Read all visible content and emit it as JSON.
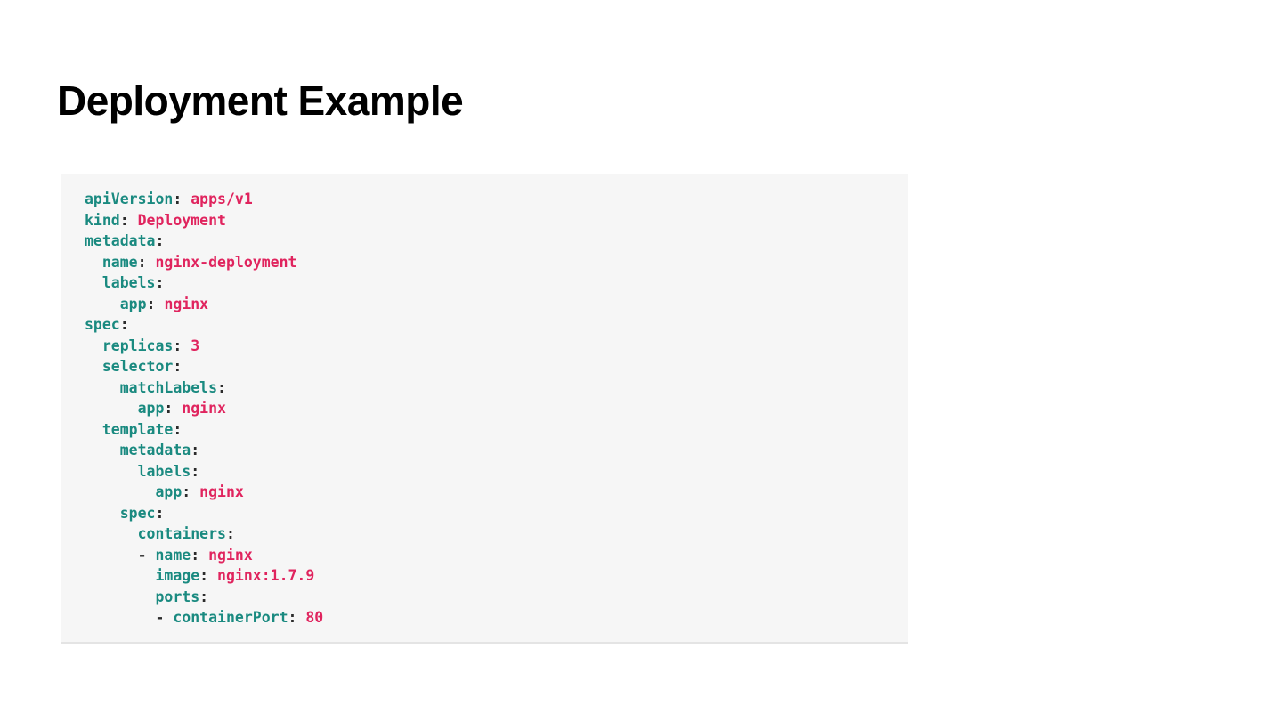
{
  "slide": {
    "title": "Deployment Example",
    "background_color": "#ffffff"
  },
  "code_block": {
    "background_color": "#f6f6f6",
    "language": "yaml",
    "colors": {
      "key": "#1a8a80",
      "value": "#e0245e",
      "punctuation": "#2b2b2b"
    },
    "lines": [
      {
        "indent": "",
        "dash": "",
        "key": "apiVersion",
        "colon": ":",
        "gap": " ",
        "value": "apps/v1"
      },
      {
        "indent": "",
        "dash": "",
        "key": "kind",
        "colon": ":",
        "gap": " ",
        "value": "Deployment"
      },
      {
        "indent": "",
        "dash": "",
        "key": "metadata",
        "colon": ":",
        "gap": "",
        "value": ""
      },
      {
        "indent": "  ",
        "dash": "",
        "key": "name",
        "colon": ":",
        "gap": " ",
        "value": "nginx-deployment"
      },
      {
        "indent": "  ",
        "dash": "",
        "key": "labels",
        "colon": ":",
        "gap": "",
        "value": ""
      },
      {
        "indent": "    ",
        "dash": "",
        "key": "app",
        "colon": ":",
        "gap": " ",
        "value": "nginx"
      },
      {
        "indent": "",
        "dash": "",
        "key": "spec",
        "colon": ":",
        "gap": "",
        "value": ""
      },
      {
        "indent": "  ",
        "dash": "",
        "key": "replicas",
        "colon": ":",
        "gap": " ",
        "value": "3"
      },
      {
        "indent": "  ",
        "dash": "",
        "key": "selector",
        "colon": ":",
        "gap": "",
        "value": ""
      },
      {
        "indent": "    ",
        "dash": "",
        "key": "matchLabels",
        "colon": ":",
        "gap": "",
        "value": ""
      },
      {
        "indent": "      ",
        "dash": "",
        "key": "app",
        "colon": ":",
        "gap": " ",
        "value": "nginx"
      },
      {
        "indent": "  ",
        "dash": "",
        "key": "template",
        "colon": ":",
        "gap": "",
        "value": ""
      },
      {
        "indent": "    ",
        "dash": "",
        "key": "metadata",
        "colon": ":",
        "gap": "",
        "value": ""
      },
      {
        "indent": "      ",
        "dash": "",
        "key": "labels",
        "colon": ":",
        "gap": "",
        "value": ""
      },
      {
        "indent": "        ",
        "dash": "",
        "key": "app",
        "colon": ":",
        "gap": " ",
        "value": "nginx"
      },
      {
        "indent": "    ",
        "dash": "",
        "key": "spec",
        "colon": ":",
        "gap": "",
        "value": ""
      },
      {
        "indent": "      ",
        "dash": "",
        "key": "containers",
        "colon": ":",
        "gap": "",
        "value": ""
      },
      {
        "indent": "      ",
        "dash": "- ",
        "key": "name",
        "colon": ":",
        "gap": " ",
        "value": "nginx"
      },
      {
        "indent": "        ",
        "dash": "",
        "key": "image",
        "colon": ":",
        "gap": " ",
        "value": "nginx:1.7.9"
      },
      {
        "indent": "        ",
        "dash": "",
        "key": "ports",
        "colon": ":",
        "gap": "",
        "value": ""
      },
      {
        "indent": "        ",
        "dash": "- ",
        "key": "containerPort",
        "colon": ":",
        "gap": " ",
        "value": "80"
      }
    ]
  }
}
